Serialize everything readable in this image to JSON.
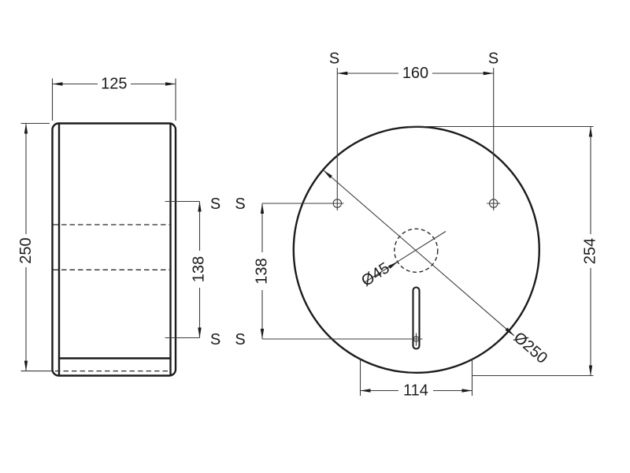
{
  "drawing": {
    "type": "2-view dimensioned technical drawing of a wall-mounted jumbo roll dispenser",
    "background_color": "#ffffff",
    "line_color": "#1c1c1c",
    "labels": {
      "screw": "S"
    },
    "dims": {
      "depth": "125",
      "height": "250",
      "side_screw_spacing": "138",
      "front_screw_spacing": "138",
      "top_screw_spacing": "160",
      "overall_height": "254",
      "hub_diameter": "Ø45",
      "face_diameter": "Ø250",
      "base_width": "114"
    }
  }
}
